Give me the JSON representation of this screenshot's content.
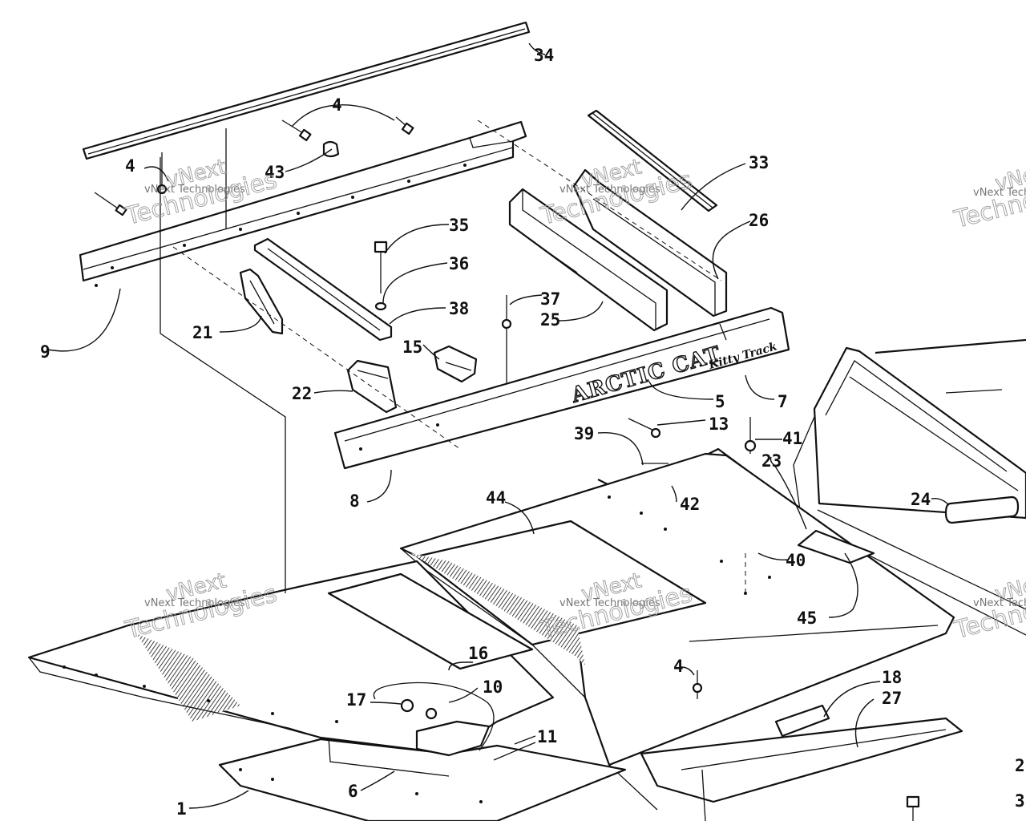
{
  "watermark": {
    "brand": "vNext",
    "company": "vNext Technologies",
    "word": "Technologies"
  },
  "decals": {
    "panel_brand": "ARCTIC CAT",
    "panel_script": "Kitty Track"
  },
  "callouts": {
    "c34": "34",
    "c4a": "4",
    "c4b": "4",
    "c43": "43",
    "c33": "33",
    "c26": "26",
    "c35": "35",
    "c36": "36",
    "c38": "38",
    "c37": "37",
    "c25": "25",
    "c9": "9",
    "c21": "21",
    "c15": "15",
    "c22": "22",
    "c5": "5",
    "c7": "7",
    "c13": "13",
    "c39": "39",
    "c41": "41",
    "c23": "23",
    "c24": "24",
    "c8": "8",
    "c42": "42",
    "c44": "44",
    "c40": "40",
    "c45": "45",
    "c16": "16",
    "c17": "17",
    "c10": "10",
    "c11": "11",
    "c4c": "4",
    "c18": "18",
    "c27": "27",
    "c6": "6",
    "c1": "1",
    "c2e": "2",
    "c3e": "3"
  }
}
